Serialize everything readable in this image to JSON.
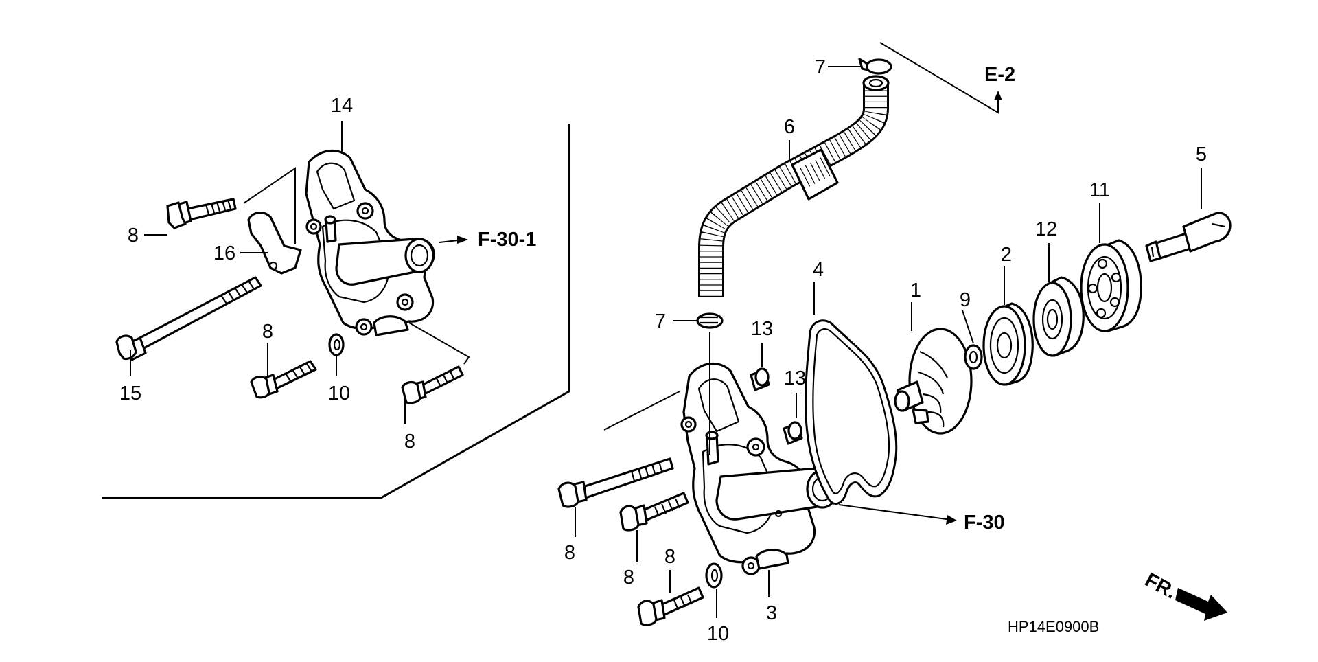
{
  "diagram": {
    "code": "HP14E0900B",
    "direction_label": "FR.",
    "refs": {
      "f30_1": "F-30-1",
      "e2": "E-2",
      "f30": "F-30"
    },
    "callouts": {
      "c14": "14",
      "c8a": "8",
      "c16": "16",
      "c15": "15",
      "c8b": "8",
      "c10a": "10",
      "c8c": "8",
      "c7a": "7",
      "c6": "6",
      "c7b": "7",
      "c13a": "13",
      "c13b": "13",
      "c4": "4",
      "c1": "1",
      "c9": "9",
      "c2": "2",
      "c12": "12",
      "c11": "11",
      "c5": "5",
      "c8d": "8",
      "c8e": "8",
      "c8f": "8",
      "c10b": "10",
      "c3": "3"
    }
  }
}
